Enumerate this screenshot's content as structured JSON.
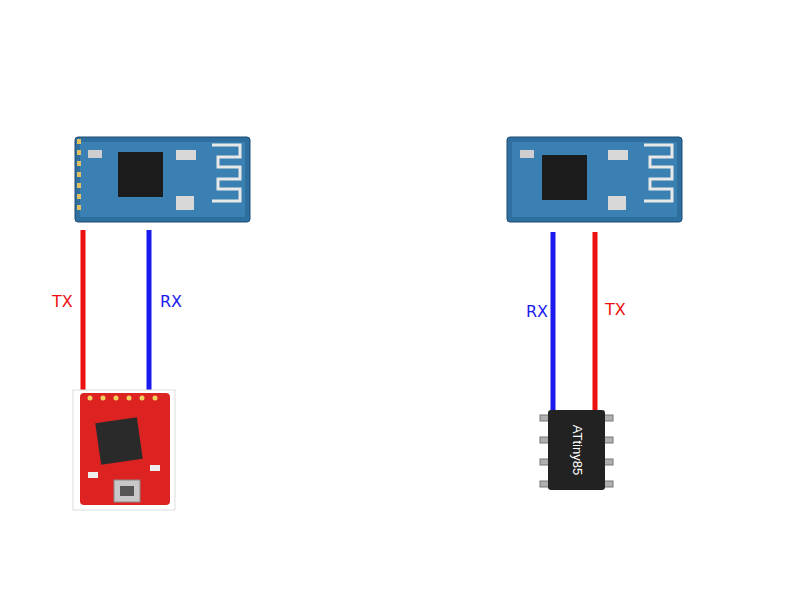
{
  "diagram": {
    "nodes": [
      {
        "text": [
          "ATtiny85"
        ]
      }
    ],
    "edges": [],
    "labels": [
      "TX",
      "RX",
      "RX",
      "TX"
    ]
  }
}
